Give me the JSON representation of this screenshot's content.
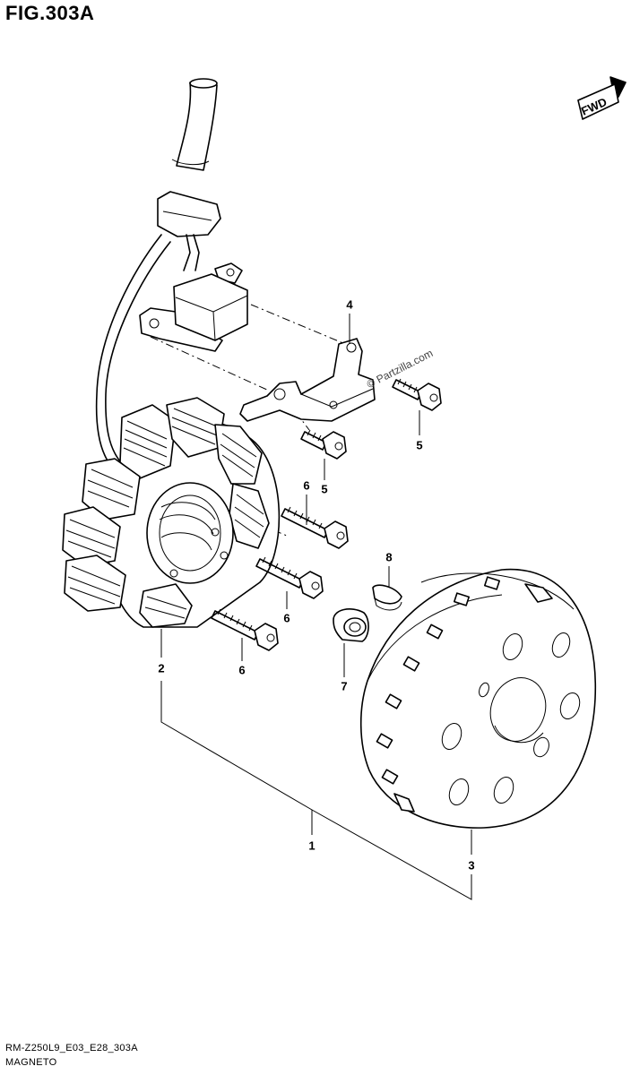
{
  "figure": {
    "title": "FIG.303A",
    "code": "RM-Z250L9_E03_E28_303A",
    "caption": "MAGNETO",
    "fwd_label": "FWD",
    "watermark": "© Partzilla.com"
  },
  "callouts": [
    {
      "id": "c1",
      "label": "1"
    },
    {
      "id": "c2",
      "label": "2"
    },
    {
      "id": "c3",
      "label": "3"
    },
    {
      "id": "c4",
      "label": "4"
    },
    {
      "id": "c5a",
      "label": "5"
    },
    {
      "id": "c5b",
      "label": "5"
    },
    {
      "id": "c6a",
      "label": "6"
    },
    {
      "id": "c6b",
      "label": "6"
    },
    {
      "id": "c6c",
      "label": "6"
    },
    {
      "id": "c7",
      "label": "7"
    },
    {
      "id": "c8",
      "label": "8"
    }
  ]
}
